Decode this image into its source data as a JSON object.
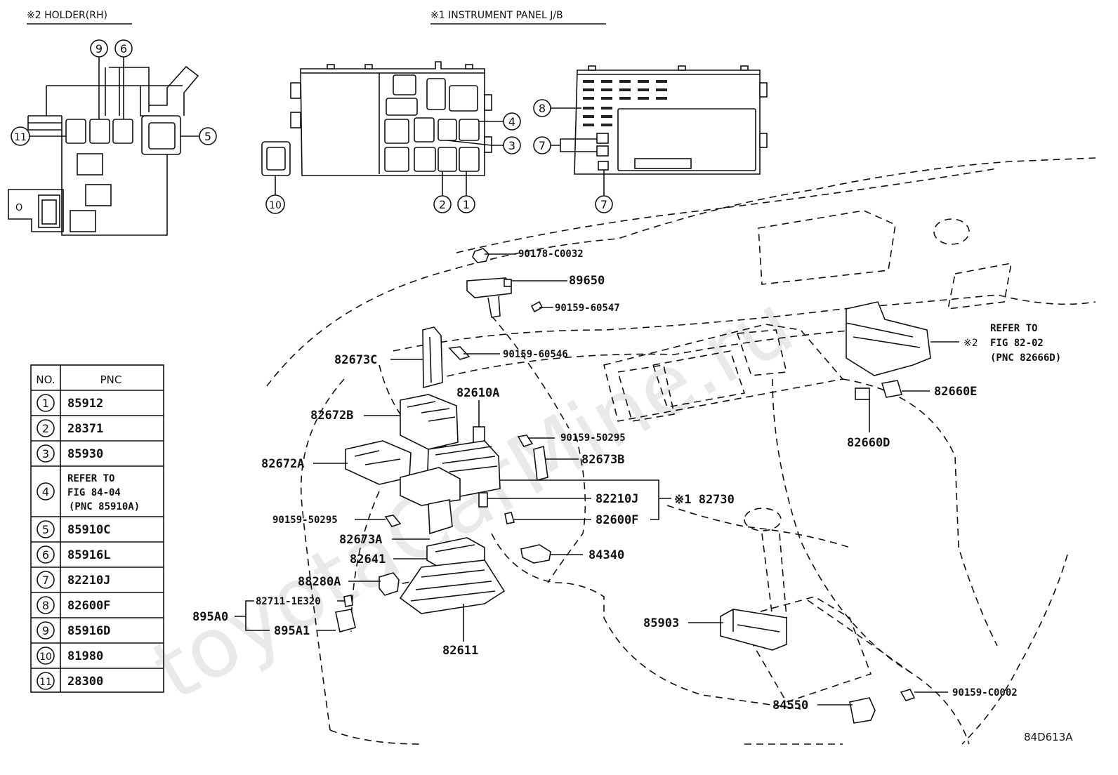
{
  "watermark": "toyotaCarMine.ru",
  "headers": {
    "holder": "※2 HOLDER(RH)",
    "panel": "※1 INSTRUMENT PANEL J/B"
  },
  "diagram_code": "84D613A",
  "table": {
    "col_no": "NO.",
    "col_pnc": "PNC",
    "rows": [
      {
        "no": "1",
        "pnc": "85912"
      },
      {
        "no": "2",
        "pnc": "28371"
      },
      {
        "no": "3",
        "pnc": "85930"
      },
      {
        "no": "4",
        "pnc": "REFER TO\nFIG 84-04\n(PNC 85910A)"
      },
      {
        "no": "5",
        "pnc": "85910C"
      },
      {
        "no": "6",
        "pnc": "85916L"
      },
      {
        "no": "7",
        "pnc": "82210J"
      },
      {
        "no": "8",
        "pnc": "82600F"
      },
      {
        "no": "9",
        "pnc": "85916D"
      },
      {
        "no": "10",
        "pnc": "81980"
      },
      {
        "no": "11",
        "pnc": "28300"
      }
    ]
  },
  "callouts": {
    "c9": "9",
    "c6": "6",
    "c11": "11",
    "c5": "5",
    "c4": "4",
    "c3": "3",
    "c2": "2",
    "c1": "1",
    "c10": "10",
    "c8": "8",
    "c7a": "7",
    "c7b": "7"
  },
  "parts": {
    "p90178": "90178-C0032",
    "p89650": "89650",
    "p90159_60547": "90159-60547",
    "p82673C": "82673C",
    "p90159_60546": "90159-60546",
    "p82610A": "82610A",
    "p82672B": "82672B",
    "p90159_50295a": "90159-50295",
    "p82673B": "82673B",
    "p82672A": "82672A",
    "p82210J": "82210J",
    "p82730": "※1 82730",
    "p82600F": "82600F",
    "p90159_50295b": "90159-50295",
    "p82673A": "82673A",
    "p82641": "82641",
    "p84340": "84340",
    "p88280A": "88280A",
    "p82711": "82711-1E320",
    "p895A0": "895A0",
    "p895A1": "895A1",
    "p82611": "82611",
    "p85903": "85903",
    "p84550": "84550",
    "p90159_C0002": "90159-C0002",
    "p82660E": "82660E",
    "p82660D": "82660D",
    "refer_mark": "※2",
    "refer_l1": "REFER TO",
    "refer_l2": "FIG 82-02",
    "refer_l3": "(PNC 82666D)"
  }
}
